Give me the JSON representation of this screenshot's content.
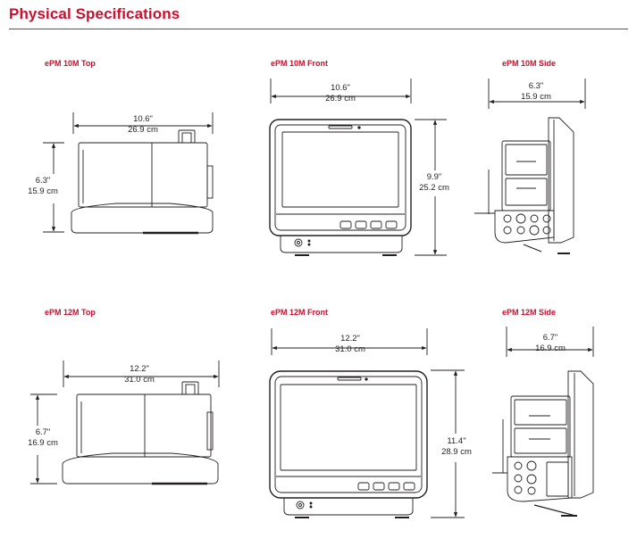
{
  "header": {
    "title": "Physical Specifications"
  },
  "views": {
    "top10": {
      "label": "ePM 10M Top",
      "w_in": "10.6\"",
      "w_cm": "26.9 cm",
      "h_in": "6.3\"",
      "h_cm": "15.9 cm"
    },
    "front10": {
      "label": "ePM 10M Front",
      "w_in": "10.6\"",
      "w_cm": "26.9 cm",
      "h_in": "9.9\"",
      "h_cm": "25.2 cm"
    },
    "side10": {
      "label": "ePM 10M Side",
      "w_in": "6.3\"",
      "w_cm": "15.9 cm"
    },
    "top12": {
      "label": "ePM 12M Top",
      "w_in": "12.2\"",
      "w_cm": "31.0 cm",
      "h_in": "6.7\"",
      "h_cm": "16.9 cm"
    },
    "front12": {
      "label": "ePM 12M Front",
      "w_in": "12.2\"",
      "w_cm": "31.0 cm",
      "h_in": "11.4\"",
      "h_cm": "28.9 cm"
    },
    "side12": {
      "label": "ePM 12M Side",
      "w_in": "6.7\"",
      "w_cm": "16.9 cm"
    }
  },
  "colors": {
    "brand": "#c8102e",
    "line": "#231f20"
  }
}
